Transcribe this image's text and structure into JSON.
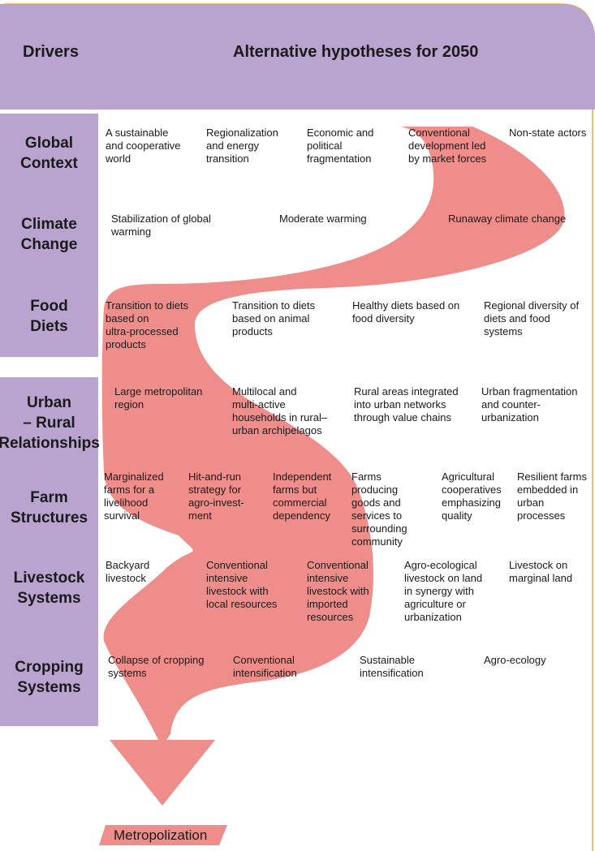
{
  "header": {
    "drivers_label": "Drivers",
    "title": "Alternative hypotheses for 2050"
  },
  "drivers": [
    {
      "label": "Global\nContext"
    },
    {
      "label": "Climate\nChange"
    },
    {
      "label": "Food\nDiets"
    },
    {
      "label": "Urban\n– Rural\nRelationships"
    },
    {
      "label": "Farm\nStructures"
    },
    {
      "label": "Livestock\nSystems"
    },
    {
      "label": "Cropping\nSystems"
    }
  ],
  "hypotheses": {
    "global_context": [
      "A sustainable\nand cooperative\nworld",
      "Regionalization\nand energy\ntransition",
      "Economic and\npolitical\nfragmentation",
      "Conventional\ndevelopment led\nby market forces",
      "Non-state actors"
    ],
    "climate_change": [
      "Stabilization of global\nwarming",
      "Moderate warming",
      "Runaway climate change"
    ],
    "food_diets": [
      "Transition to diets\nbased on\nultra-processed\nproducts",
      "Transition to diets\nbased on animal\nproducts",
      "Healthy diets based on\nfood diversity",
      "Regional diversity of\ndiets and food\nsystems"
    ],
    "urban_rural": [
      "Large metropolitan\nregion",
      "Multilocal and\nmulti-active\nhouseholds in rural–\nurban archipelagos",
      "Rural areas integrated\ninto urban networks\nthrough value chains",
      "Urban fragmentation\nand counter-\nurbanization"
    ],
    "farm_structures": [
      "Marginalized\nfarms for a\nlivelihood\nsurvival",
      "Hit-and-run\nstrategy for\nagro-invest-\nment",
      "Independent\nfarms but\ncommercial\ndependency",
      "Farms\nproducing\ngoods and\nservices to\nsurrounding\ncommunity",
      "Agricultural\ncooperatives\nemphasizing\nquality",
      "Resilient farms\nembedded in\nurban processes"
    ],
    "livestock_systems": [
      "Backyard\nlivestock",
      "Conventional\nintensive\nlivestock with\nlocal resources",
      "Conventional\nintensive\nlivestock with\nimported\nresources",
      "Agro-ecological\nlivestock on land\nin synergy with\nagriculture or\nurbanization",
      "Livestock on\nmarginal land"
    ],
    "cropping_systems": [
      "Collapse of cropping\nsystems",
      "Conventional\nintensification",
      "Sustainable\nintensification",
      "Agro-ecology"
    ]
  },
  "outcome": "Metropolization",
  "colors": {
    "header_bg": "#b9a4cf",
    "pathway": "#ef8d8b",
    "frame": "#e3a84a"
  }
}
